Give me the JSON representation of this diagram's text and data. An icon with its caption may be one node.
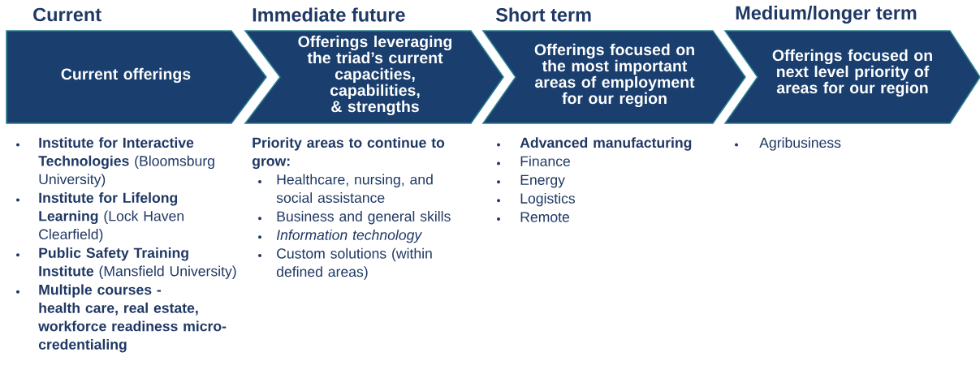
{
  "diagram": {
    "nodes": [
      {
        "text": [
          "Current",
          "Current offerings"
        ],
        "beside": [
          "**Institute for Interactive Technologies** (Bloomsburg University)",
          "**Institute for Lifelong Learning** (Lock Haven Clearfield)",
          "**Public Safety Training Institute** (Mansfield University)",
          "**Multiple courses - health care, real estate, workforce readiness micro-credentialing**"
        ]
      },
      {
        "text": [
          "Immediate future",
          "Offerings leveraging the triad’s current capacities, capabilities, & strengths"
        ],
        "beside": [
          "Priority areas to continue to grow:",
          "Healthcare, nursing, and social assistance",
          "Business and general skills",
          "Information technology",
          "Custom solutions (within defined areas)"
        ]
      },
      {
        "text": [
          "Short term",
          "Offerings focused on the most important areas of employment for our region"
        ],
        "beside": [
          "Advanced manufacturing",
          "Finance",
          "Energy",
          "Logistics",
          "Remote"
        ]
      },
      {
        "text": [
          "Medium/longer term",
          "Offerings focused on next level priority of areas for our region"
        ],
        "beside": [
          "Agribusiness"
        ]
      }
    ]
  }
}
